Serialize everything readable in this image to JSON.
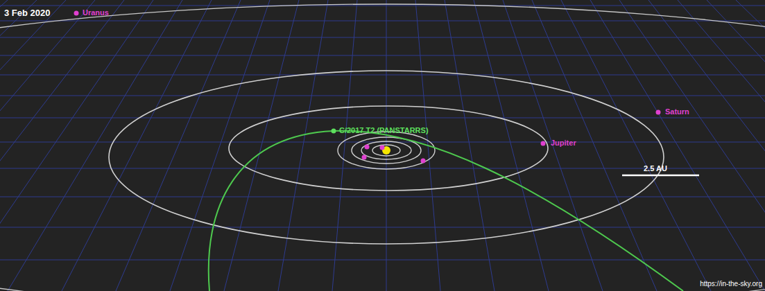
{
  "diagram": {
    "labels": [
      "3 Feb 2020",
      "Uranus",
      "C/2017 T2 (PANSTARRS)",
      "Jupiter",
      "Saturn",
      "2.5 AU",
      "https://in-the-sky.org"
    ]
  }
}
